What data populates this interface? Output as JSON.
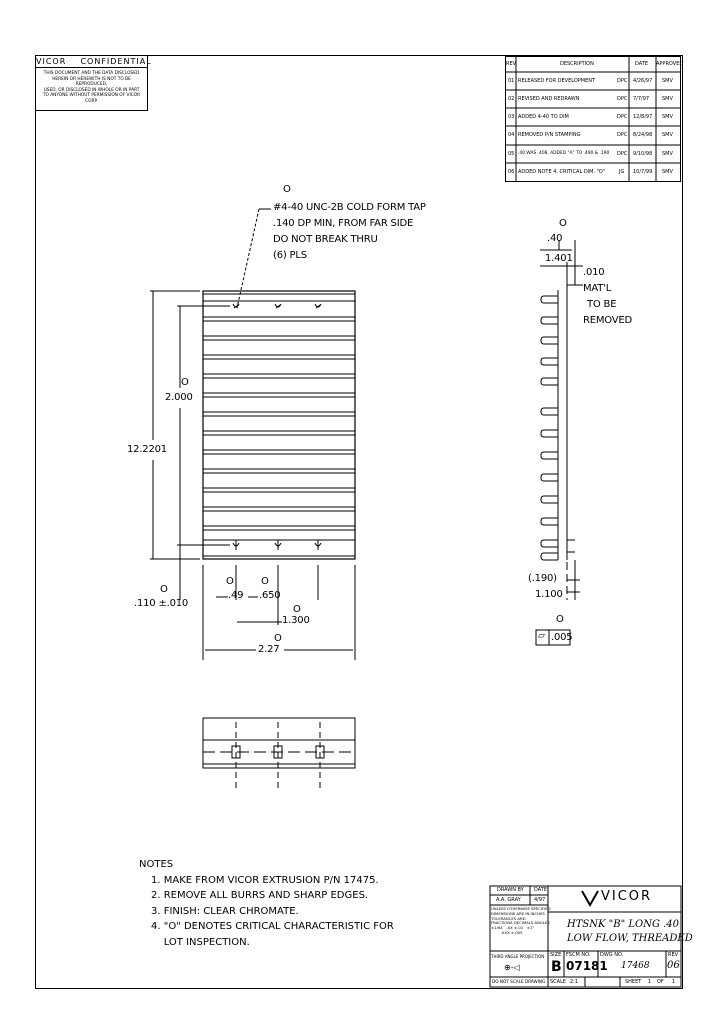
{
  "confidential": {
    "title": "VICOR    CONFIDENTIAL",
    "lines": [
      "THIS DOCUMENT AND THE DATA DISCLOSED",
      "HEREIN OR HEREWITH IS NOT TO BE REPRODUCED,",
      "USED, OR DISCLOSED IN WHOLE OR IN PART",
      "TO ANYONE WITHOUT PERMISSION OF VICOR CORP."
    ]
  },
  "revisions": {
    "headers": [
      "REV",
      "DESCRIPTION",
      "DATE",
      "APPROVED"
    ],
    "rows": [
      {
        "rev": "01",
        "desc": "RELEASED FOR DEVELOPMENT",
        "by": "DPC",
        "date": "4/26/97",
        "appr": "SMV"
      },
      {
        "rev": "02",
        "desc": "REVISED AND REDRAWN",
        "by": "DPC",
        "date": "7/7/97",
        "appr": "SMV"
      },
      {
        "rev": "03",
        "desc": "ADDED 4-40 TO DIM",
        "by": "DPC",
        "date": "12/8/97",
        "appr": "SMV"
      },
      {
        "rev": "04",
        "desc": "REMOVED P/N STAMPING",
        "by": "DPC",
        "date": "8/24/98",
        "appr": "SMV"
      },
      {
        "rev": "05",
        "desc": ".40 WAS .408. ADDED \"A\" TO .490 & .190",
        "by": "DPC",
        "date": "9/10/98",
        "appr": "SMV"
      },
      {
        "rev": "06",
        "desc": "ADDED NOTE 4, CRITICAL DIM. \"O\"",
        "by": "JG",
        "date": "10/7/99",
        "appr": "SMV"
      }
    ]
  },
  "callouts": {
    "tap_marker": "O",
    "tap_lines": [
      "#4-40 UNC-2B COLD FORM TAP",
      ".140 DP MIN, FROM FAR SIDE",
      "DO NOT BREAK THRU",
      "(6) PLS"
    ]
  },
  "dimensions": {
    "overall_length": "12.2201",
    "hole_spacing": "2.000",
    "hole_spacing_marker": "O",
    "edge_offset": ".110 ±.010",
    "edge_offset_marker": "O",
    "first_hole": ".49",
    "first_hole_marker": "O",
    "hole_pitch": ".650",
    "hole_pitch_marker": "O",
    "middle": "1.300",
    "middle_marker": "O",
    "width": "2.27",
    "width_marker": "O",
    "fin_gap": ".40",
    "fin_gap_marker": "O",
    "fin_width": "1.401",
    "material_removed": [
      ".010",
      "MAT'L",
      "TO BE",
      "REMOVED"
    ],
    "base_thickness": "(.190)",
    "height": "1.100",
    "height_marker": "O",
    "flatness_symbol": "▱",
    "flatness_value": ".005"
  },
  "notes": {
    "heading": "NOTES",
    "items": [
      "1. MAKE FROM VICOR EXTRUSION P/N 17475.",
      "2. REMOVE ALL BURRS AND SHARP EDGES.",
      "3. FINISH:  CLEAR CHROMATE.",
      "4. \"O\" DENOTES CRITICAL CHARACTERISTIC FOR",
      "    LOT INSPECTION."
    ]
  },
  "title_block": {
    "drawn_label": "DRAWN BY",
    "drawn_value": "A.A. GRAY",
    "date_label": "DATE",
    "date_value": "4/97",
    "tolerance_lines": [
      "UNLESS OTHERWISE SPECIFIED",
      "DIMENSIONS ARE IN INCHES",
      "TOLERANCES ARE:",
      "FRACTIONS  DECIMALS  ANGLES",
      "±1/64   .XX ±.01   ±1°",
      "        .XXX ±.005"
    ],
    "projection_label": "THIRD ANGLE PROJECTION",
    "projection_symbol": "⊕-◁",
    "no_scale": "DO NOT SCALE DRAWING",
    "logo": "VICOR",
    "title_line1": "HTSNK \"B\" LONG .40",
    "title_line2": "LOW FLOW, THREADED",
    "size_label": "SIZE",
    "size_value": "B",
    "fscm_label": "FSCM NO.",
    "fscm_value": "07181",
    "dwg_label": "DWG NO.",
    "dwg_value": "17468",
    "rev_label": "REV",
    "rev_value": "06",
    "scale_label": "SCALE",
    "scale_value": "2:1",
    "sheet_label": "SHEET",
    "sheet_value": "1",
    "of_label": "OF",
    "of_value": "1"
  }
}
